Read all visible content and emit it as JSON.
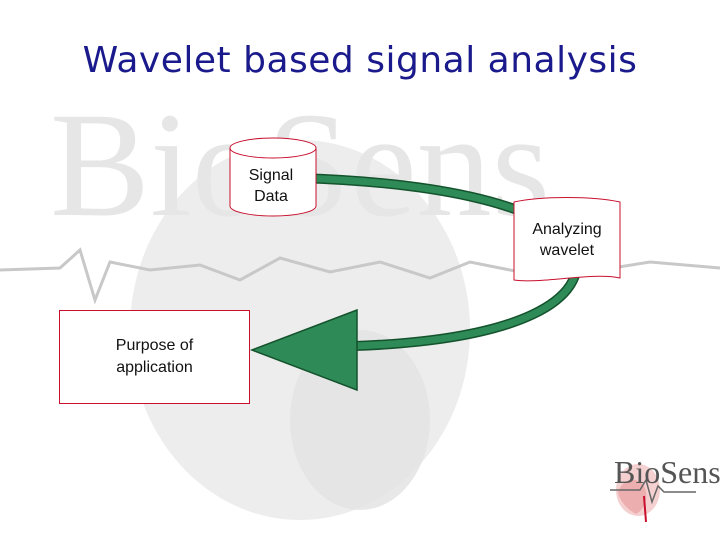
{
  "slide": {
    "title": "Wavelet based signal analysis",
    "watermark_text": "BioSens"
  },
  "diagram": {
    "nodes": {
      "signal_data": {
        "label_line1": "Signal",
        "label_line2": "Data",
        "shape": "database-cylinder"
      },
      "analyzing_wavelet": {
        "label_line1": "Analyzing",
        "label_line2": "wavelet",
        "shape": "document"
      },
      "purpose": {
        "label_line1": "Purpose of",
        "label_line2": "application",
        "shape": "rectangle"
      }
    },
    "edges": [
      {
        "from": "signal_data",
        "to": "analyzing_wavelet",
        "style": "thick-curve"
      },
      {
        "from": "analyzing_wavelet",
        "to": "purpose",
        "style": "thick-curve-arrow"
      }
    ],
    "colors": {
      "arrow": "#2e8b57",
      "arrow_outline": "#14532d",
      "node_border": "#c8102e",
      "title": "#1a1a8c"
    }
  },
  "logo": {
    "text": "BioSens"
  }
}
